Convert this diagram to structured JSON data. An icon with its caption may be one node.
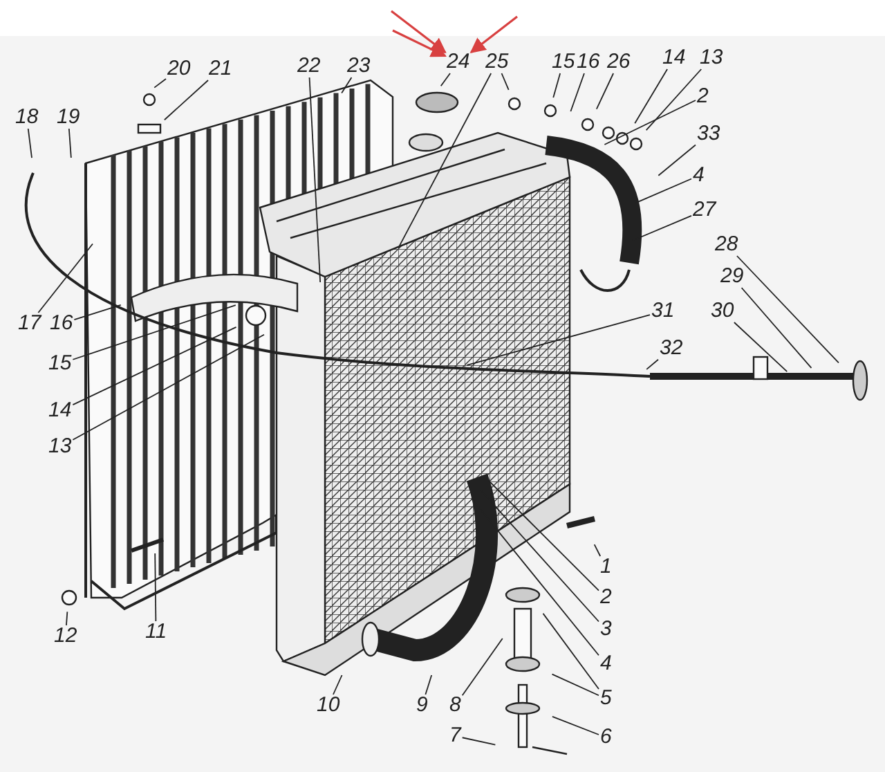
{
  "diagram": {
    "nodes": [
      {
        "text": [
          "20"
        ]
      },
      {
        "text": [
          "21"
        ]
      },
      {
        "text": [
          "22"
        ]
      },
      {
        "text": [
          "23"
        ]
      },
      {
        "text": [
          "24"
        ]
      },
      {
        "text": [
          "25"
        ]
      },
      {
        "text": [
          "15"
        ]
      },
      {
        "text": [
          "16"
        ]
      },
      {
        "text": [
          "26"
        ]
      },
      {
        "text": [
          "14"
        ]
      },
      {
        "text": [
          "13"
        ]
      },
      {
        "text": [
          "2"
        ]
      },
      {
        "text": [
          "33"
        ]
      },
      {
        "text": [
          "4"
        ]
      },
      {
        "text": [
          "27"
        ]
      },
      {
        "text": [
          "28"
        ]
      },
      {
        "text": [
          "29"
        ]
      },
      {
        "text": [
          "30"
        ]
      },
      {
        "text": [
          "31"
        ]
      },
      {
        "text": [
          "32"
        ]
      },
      {
        "text": [
          "18"
        ]
      },
      {
        "text": [
          "19"
        ]
      },
      {
        "text": [
          "17"
        ]
      },
      {
        "text": [
          "16"
        ]
      },
      {
        "text": [
          "15"
        ]
      },
      {
        "text": [
          "14"
        ]
      },
      {
        "text": [
          "13"
        ]
      },
      {
        "text": [
          "12"
        ]
      },
      {
        "text": [
          "11"
        ]
      },
      {
        "text": [
          "10"
        ]
      },
      {
        "text": [
          "9"
        ]
      },
      {
        "text": [
          "8"
        ]
      },
      {
        "text": [
          "1"
        ]
      },
      {
        "text": [
          "2"
        ]
      },
      {
        "text": [
          "3"
        ]
      },
      {
        "text": [
          "4"
        ]
      },
      {
        "text": [
          "5"
        ]
      },
      {
        "text": [
          "6"
        ]
      },
      {
        "text": [
          "7"
        ]
      }
    ],
    "edges": [
      {
        "from": 0,
        "to": null,
        "arrow": "none"
      },
      {
        "from": 1,
        "to": null,
        "arrow": "none"
      },
      {
        "from": 2,
        "to": null,
        "arrow": "none"
      },
      {
        "from": 3,
        "to": null,
        "arrow": "none"
      },
      {
        "from": 4,
        "to": null,
        "arrow": "none"
      },
      {
        "from": 5,
        "to": null,
        "arrow": "none"
      },
      {
        "from": 5,
        "to": null,
        "arrow": "none"
      },
      {
        "from": 6,
        "to": null,
        "arrow": "none"
      },
      {
        "from": 7,
        "to": null,
        "arrow": "none"
      },
      {
        "from": 8,
        "to": null,
        "arrow": "none"
      },
      {
        "from": 9,
        "to": null,
        "arrow": "none"
      },
      {
        "from": 10,
        "to": null,
        "arrow": "none"
      },
      {
        "from": 11,
        "to": null,
        "arrow": "none"
      },
      {
        "from": 12,
        "to": null,
        "arrow": "none"
      },
      {
        "from": 13,
        "to": null,
        "arrow": "none"
      },
      {
        "from": 14,
        "to": null,
        "arrow": "none"
      },
      {
        "from": 15,
        "to": null,
        "arrow": "none"
      },
      {
        "from": 16,
        "to": null,
        "arrow": "none"
      },
      {
        "from": 17,
        "to": null,
        "arrow": "none"
      },
      {
        "from": 18,
        "to": null,
        "arrow": "none"
      },
      {
        "from": 19,
        "to": null,
        "arrow": "none"
      },
      {
        "from": 20,
        "to": null,
        "arrow": "none"
      },
      {
        "from": 21,
        "to": null,
        "arrow": "none"
      },
      {
        "from": 22,
        "to": null,
        "arrow": "none"
      },
      {
        "from": 23,
        "to": null,
        "arrow": "none"
      },
      {
        "from": 24,
        "to": null,
        "arrow": "none"
      },
      {
        "from": 25,
        "to": null,
        "arrow": "none"
      },
      {
        "from": 26,
        "to": null,
        "arrow": "none"
      },
      {
        "from": 27,
        "to": null,
        "arrow": "none"
      },
      {
        "from": 28,
        "to": null,
        "arrow": "none"
      },
      {
        "from": 29,
        "to": null,
        "arrow": "none"
      },
      {
        "from": 30,
        "to": null,
        "arrow": "none"
      },
      {
        "from": 31,
        "to": null,
        "arrow": "none"
      },
      {
        "from": 32,
        "to": null,
        "arrow": "none"
      },
      {
        "from": 33,
        "to": null,
        "arrow": "none"
      },
      {
        "from": 34,
        "to": null,
        "arrow": "none"
      },
      {
        "from": 35,
        "to": null,
        "arrow": "none"
      },
      {
        "from": 36,
        "to": null,
        "arrow": "none"
      },
      {
        "from": 36,
        "to": null,
        "arrow": "none"
      },
      {
        "from": 37,
        "to": null,
        "arrow": "none"
      },
      {
        "from": 38,
        "to": null,
        "arrow": "none"
      },
      {
        "from": null,
        "to": 4,
        "arrow": "to",
        "color": "#d84040"
      },
      {
        "from": null,
        "to": 4,
        "arrow": "to",
        "color": "#d84040"
      },
      {
        "from": null,
        "to": 4,
        "arrow": "to",
        "color": "#d84040"
      }
    ]
  }
}
